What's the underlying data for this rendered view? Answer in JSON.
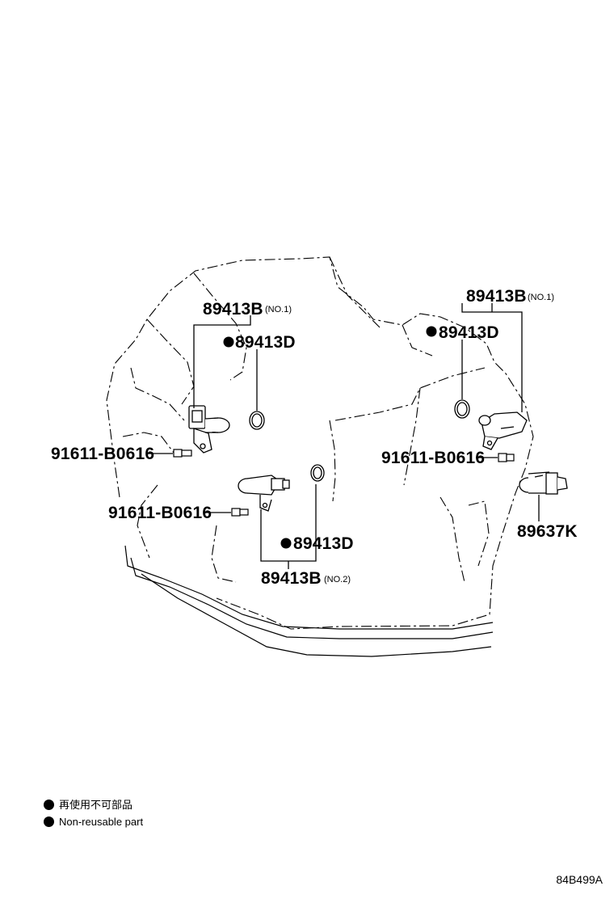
{
  "callouts": {
    "sensor_left_part": "89413B",
    "sensor_left_note": "(NO.1)",
    "oring_left_part": "89413D",
    "bolt_left_part": "91611-B0616",
    "bolt_middle_part": "91611-B0616",
    "oring_middle_part": "89413D",
    "sensor_middle_part": "89413B",
    "sensor_middle_note": "(NO.2)",
    "sensor_right_part": "89413B",
    "sensor_right_note": "(NO.1)",
    "oring_right_part": "89413D",
    "bolt_right_part": "91611-B0616",
    "speed_sensor_part": "89637K"
  },
  "legend": {
    "line1": "再使用不可部品",
    "line2": "Non-reusable part"
  },
  "illustration_code": "84B499A"
}
